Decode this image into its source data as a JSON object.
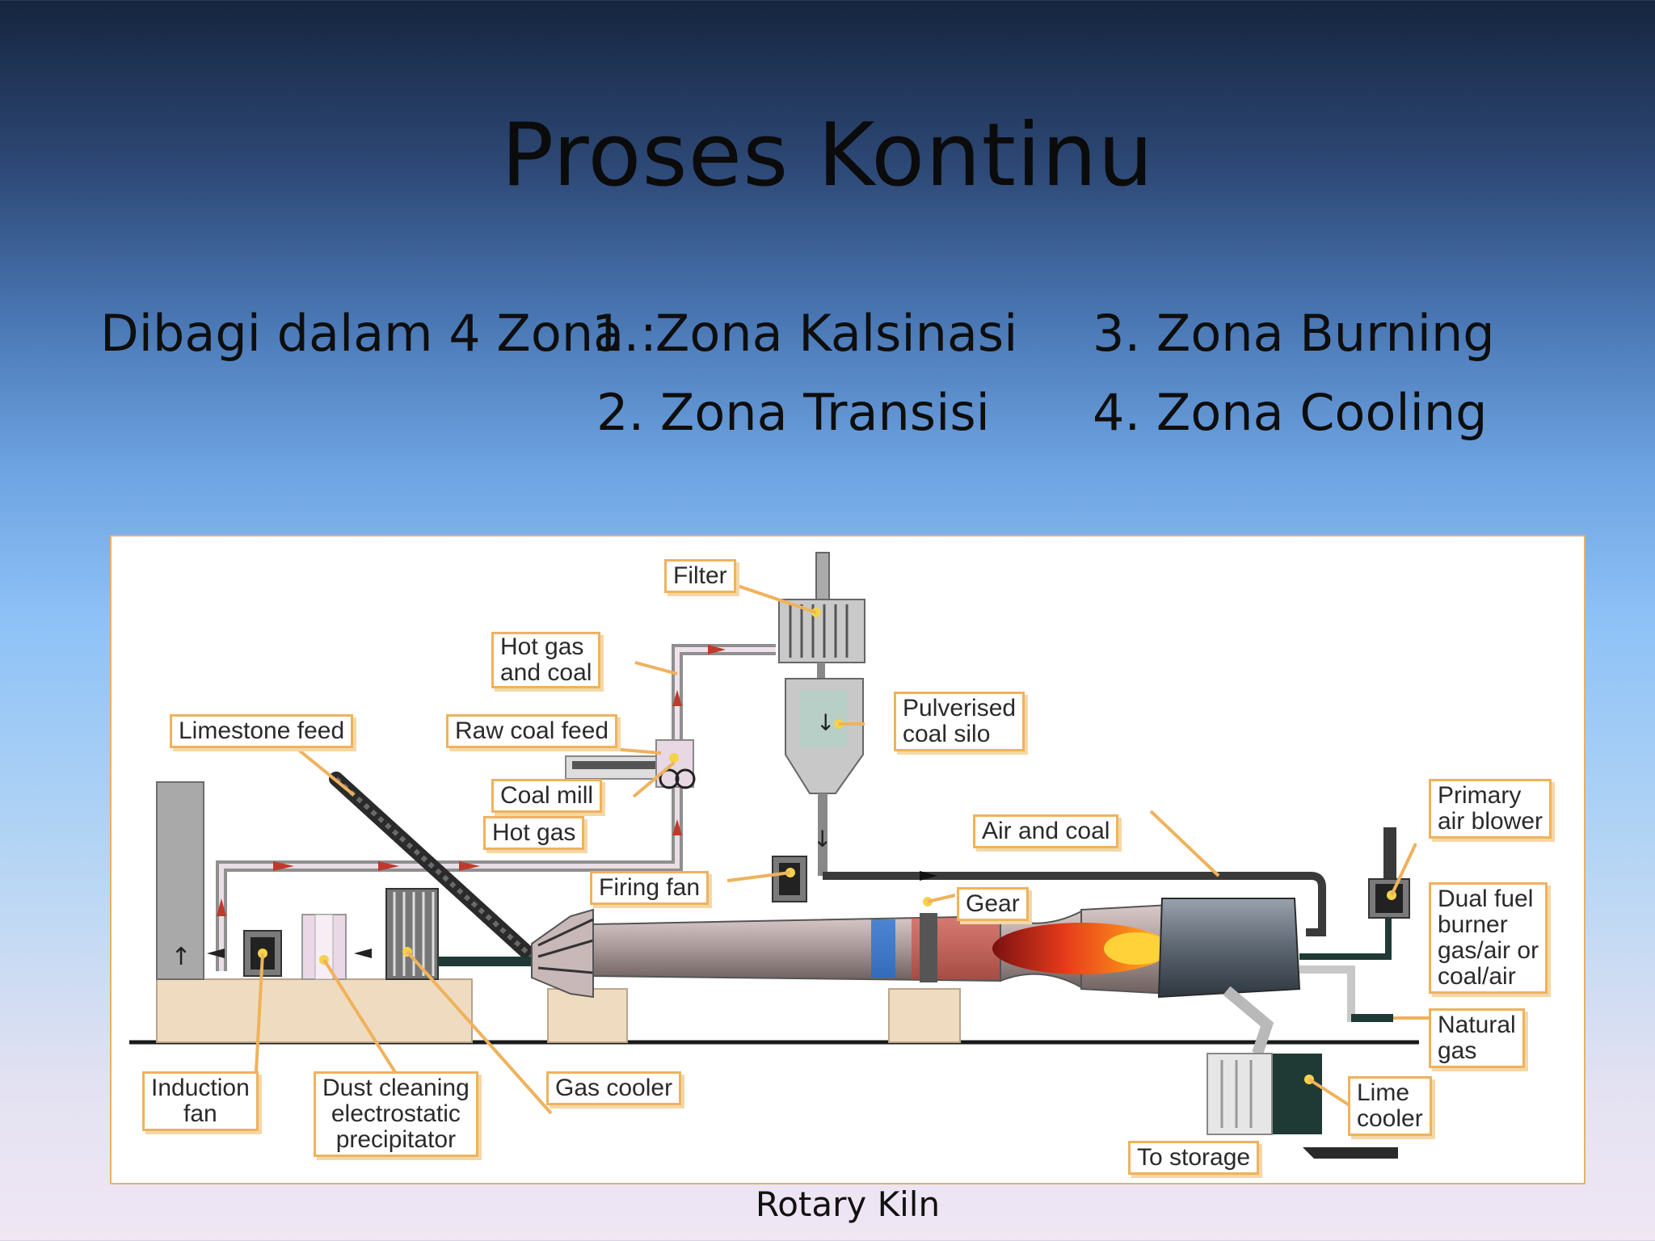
{
  "slide": {
    "title": "Proses Kontinu",
    "intro": "Dibagi dalam 4 Zona :",
    "zones": [
      "1. Zona Kalsinasi",
      "2. Zona Transisi",
      "3. Zona Burning",
      "4. Zona Cooling"
    ],
    "caption": "Rotary Kiln"
  },
  "diagram": {
    "labels": {
      "filter": "Filter",
      "hot_gas_and_coal": [
        "Hot gas",
        "and coal"
      ],
      "pulverised_coal_silo": [
        "Pulverised",
        "coal silo"
      ],
      "limestone_feed": "Limestone feed",
      "raw_coal_feed": "Raw coal feed",
      "coal_mill": "Coal mill",
      "hot_gas": "Hot gas",
      "air_and_coal": "Air and coal",
      "primary_air_blower": [
        "Primary",
        "air blower"
      ],
      "firing_fan": "Firing fan",
      "gear": "Gear",
      "dual_fuel_burner": [
        "Dual fuel",
        "burner",
        "gas/air or",
        "coal/air"
      ],
      "natural_gas": [
        "Natural",
        "gas"
      ],
      "induction_fan": [
        "Induction",
        "fan"
      ],
      "dust_cleaning": [
        "Dust cleaning",
        "electrostatic",
        "precipitator"
      ],
      "gas_cooler": "Gas cooler",
      "lime_cooler": [
        "Lime",
        "cooler"
      ],
      "to_storage": "To storage"
    },
    "colors": {
      "label_border": "#efb25c",
      "pipe": "#3a3a3a",
      "hot_flow_arrow": "#c0392b",
      "flame": "#e84b1a",
      "ground": "#1a1a1a",
      "foundation": "#efdcc0"
    }
  }
}
